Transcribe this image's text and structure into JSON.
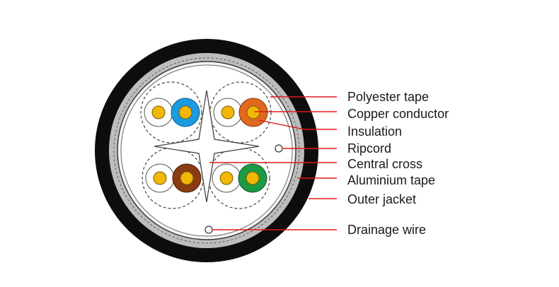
{
  "colors": {
    "jacket": "#0d0d0d",
    "aluminium_tape": "#bdbdbd",
    "polyester_tape": "#f4f4f4",
    "leader_lines": "#e01818",
    "copper": "#f2b705",
    "insulation_white": "#ffffff",
    "insulation_blue": "#1b9be0",
    "insulation_orange": "#e1691e",
    "insulation_brown": "#8a3b12",
    "insulation_green": "#1d9a44"
  },
  "pairs": [
    {
      "id": "top-left",
      "partner_color": "#1b9be0"
    },
    {
      "id": "top-right",
      "partner_color": "#e1691e"
    },
    {
      "id": "bottom-left",
      "partner_color": "#8a3b12"
    },
    {
      "id": "bottom-right",
      "partner_color": "#1d9a44"
    }
  ],
  "labels": {
    "polyester_tape": "Polyester tape",
    "copper_conductor": "Copper conductor",
    "insulation": "Insulation",
    "ripcord": "Ripcord",
    "central_cross": "Central cross",
    "aluminium_tape": "Aluminium tape",
    "outer_jacket": "Outer jacket",
    "drainage_wire": "Drainage wire"
  }
}
